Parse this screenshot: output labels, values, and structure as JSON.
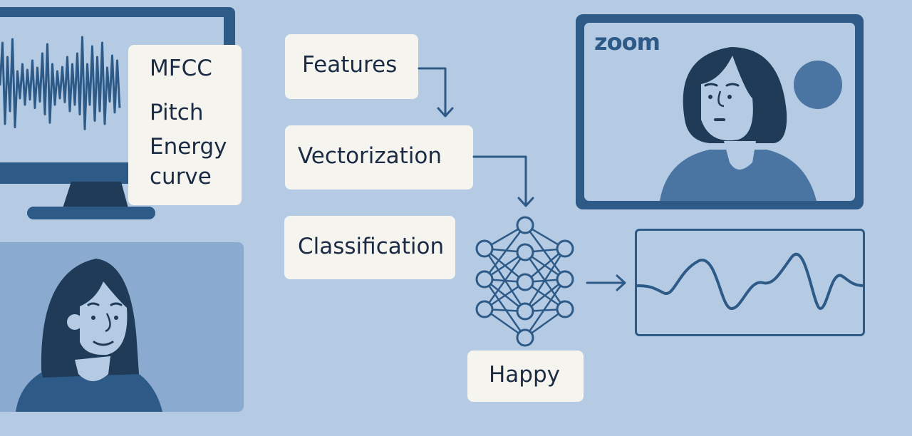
{
  "feature_list": {
    "items": [
      "MFCC",
      "Pitch",
      "Energy",
      "curve"
    ]
  },
  "pipeline": {
    "steps": [
      "Features",
      "Vectorization",
      "Classification"
    ],
    "result_label": "Happy"
  },
  "video_call": {
    "brand": "zoom"
  },
  "colors": {
    "background": "#b5cbe4",
    "primary": "#2d5a87",
    "dark": "#1f3b57",
    "card": "#f5f4ef",
    "text": "#1b2b44",
    "accent_circle": "#4a75a3"
  }
}
